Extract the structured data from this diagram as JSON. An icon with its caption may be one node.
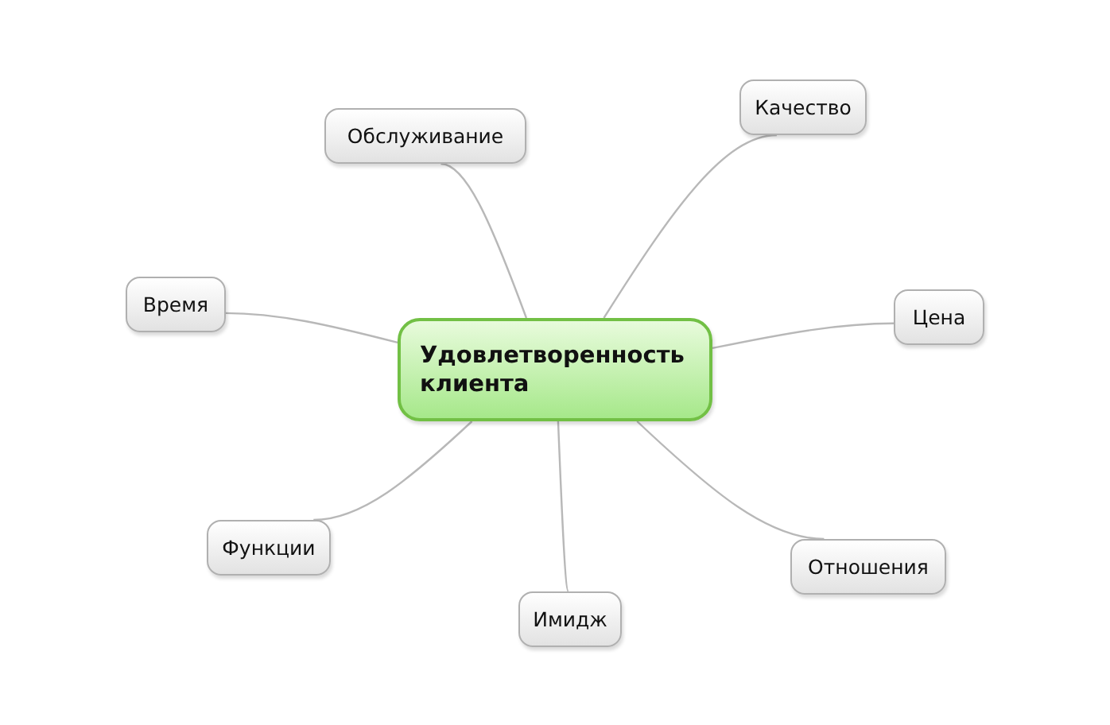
{
  "diagram": {
    "nodes": [
      {
        "text": [
          "Удовлетворенность клиента"
        ]
      },
      {
        "text": [
          "Обслуживание"
        ]
      },
      {
        "text": [
          "Качество"
        ]
      },
      {
        "text": [
          "Время"
        ]
      },
      {
        "text": [
          "Цена"
        ]
      },
      {
        "text": [
          "Функции"
        ]
      },
      {
        "text": [
          "Имидж"
        ]
      },
      {
        "text": [
          "Отношения"
        ]
      }
    ],
    "edges": [
      {
        "from": 0,
        "to": 1,
        "arrow": "none"
      },
      {
        "from": 0,
        "to": 2,
        "arrow": "none"
      },
      {
        "from": 0,
        "to": 3,
        "arrow": "none"
      },
      {
        "from": 0,
        "to": 4,
        "arrow": "none"
      },
      {
        "from": 0,
        "to": 5,
        "arrow": "none"
      },
      {
        "from": 0,
        "to": 6,
        "arrow": "none"
      },
      {
        "from": 0,
        "to": 7,
        "arrow": "none"
      }
    ]
  }
}
